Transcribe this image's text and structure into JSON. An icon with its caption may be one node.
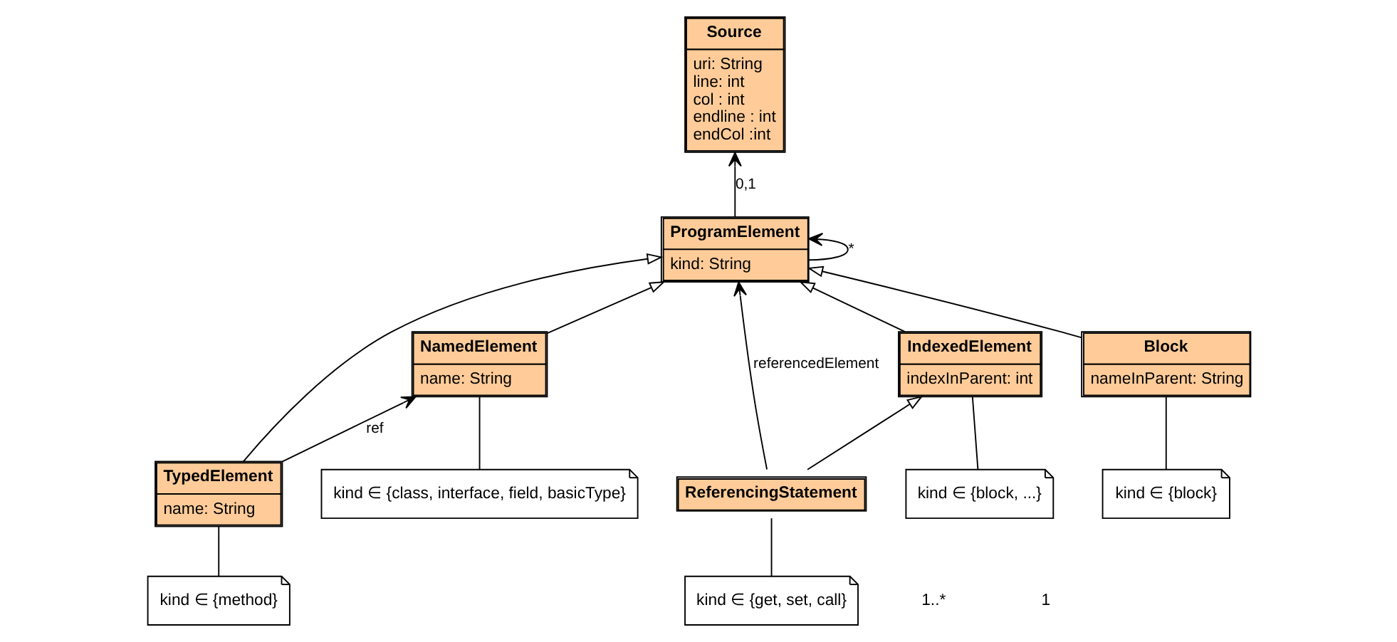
{
  "diagram": {
    "nodes": [
      {
        "text": [
          "Source",
          "uri: String",
          "line: int",
          "col : int",
          "endline : int",
          "endCol :int"
        ]
      },
      {
        "text": [
          "ProgramElement",
          "kind: String"
        ]
      },
      {
        "text": [
          "NamedElement",
          "name: String"
        ]
      },
      {
        "text": [
          "TypedElement",
          "name: String"
        ]
      },
      {
        "text": [
          "IndexedElement",
          "indexInParent: int"
        ]
      },
      {
        "text": [
          "Block",
          "nameInParent: String"
        ]
      },
      {
        "text": [
          "ReferencingStatement"
        ]
      },
      {
        "text": [
          "kind ∈ {class, interface, field, basicType}"
        ]
      },
      {
        "text": [
          "kind ∈ {method}"
        ]
      },
      {
        "text": [
          "kind ∈ {block}"
        ]
      },
      {
        "text": [
          "kind ∈ {block, ...}"
        ]
      },
      {
        "text": [
          "kind ∈ {get, set, call}"
        ]
      }
    ],
    "edges": [
      {
        "from": 1,
        "to": 0,
        "arrow": "to",
        "label": "0,1"
      },
      {
        "from": 1,
        "to": 1,
        "arrow": "to",
        "label": "*"
      },
      {
        "from": 2,
        "to": 1,
        "arrow": "to"
      },
      {
        "from": 3,
        "to": 1,
        "arrow": "to"
      },
      {
        "from": 4,
        "to": 1,
        "arrow": "to"
      },
      {
        "from": 5,
        "to": 1,
        "arrow": "to"
      },
      {
        "from": 3,
        "to": 2,
        "arrow": "to",
        "label": "ref"
      },
      {
        "from": 6,
        "to": 4,
        "arrow": "to"
      },
      {
        "from": 6,
        "to": 1,
        "arrow": "to",
        "label": "referencedElement"
      },
      {
        "from": 7,
        "to": 2,
        "arrow": "none"
      },
      {
        "from": 8,
        "to": 3,
        "arrow": "none"
      },
      {
        "from": 9,
        "to": 5,
        "arrow": "none"
      },
      {
        "from": 10,
        "to": 4,
        "arrow": "none"
      },
      {
        "from": 11,
        "to": 6,
        "arrow": "none"
      }
    ],
    "labels": [
      "1..*",
      "1"
    ]
  }
}
